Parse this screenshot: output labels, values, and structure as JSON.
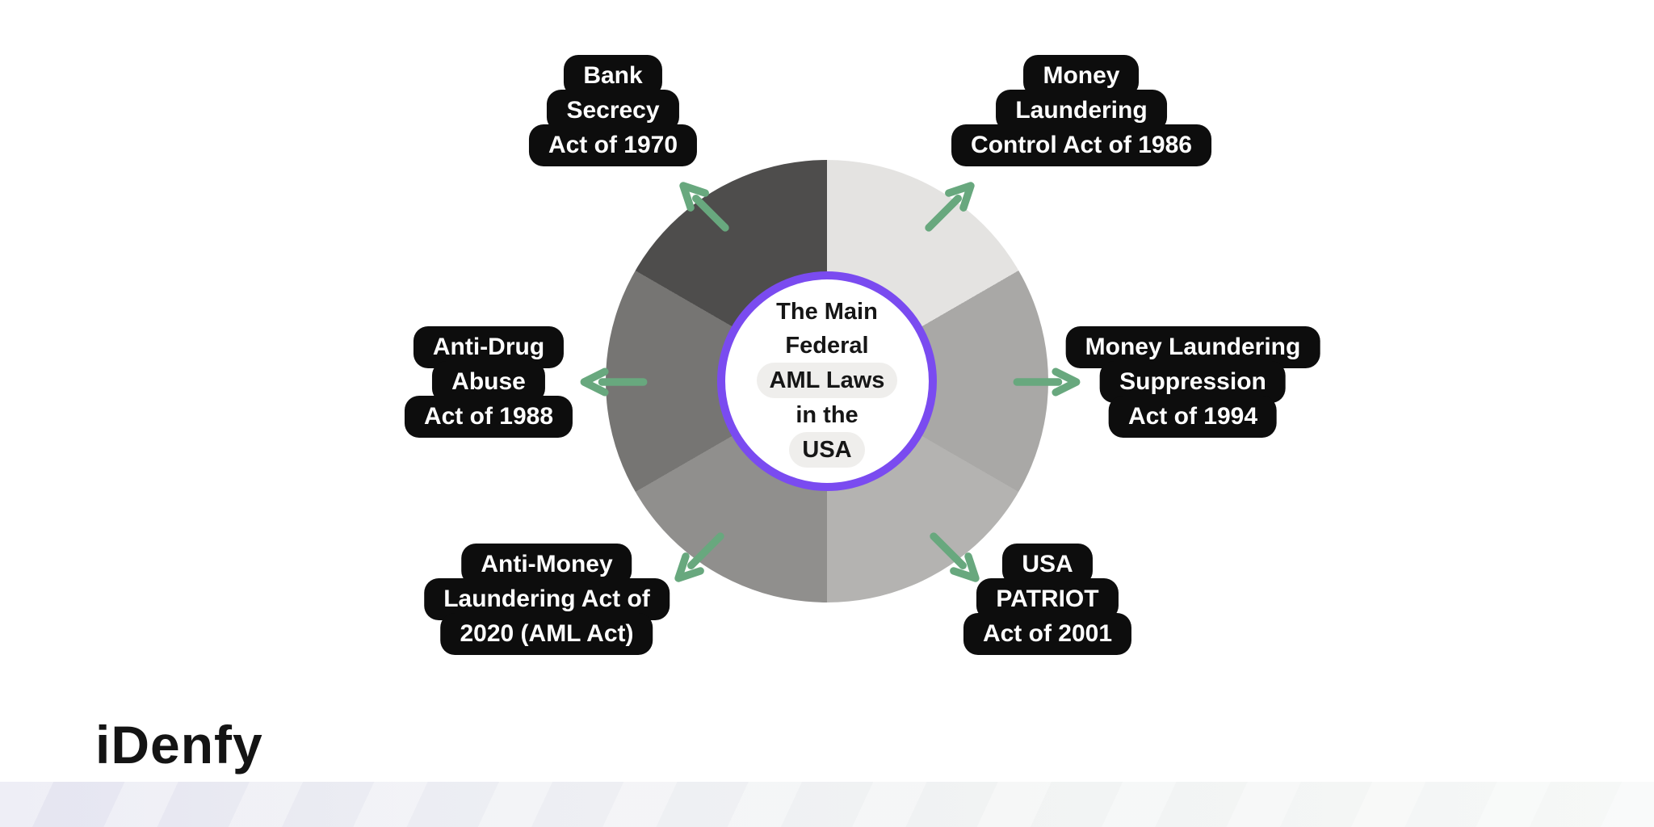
{
  "center": {
    "lines": [
      "The Main",
      "Federal",
      "AML Laws",
      "in the",
      "USA"
    ],
    "highlighted_lines": [
      "AML Laws",
      "USA"
    ]
  },
  "labels": {
    "bank_secrecy": {
      "lines": [
        "Bank",
        "Secrecy",
        "Act of 1970"
      ]
    },
    "ml_control": {
      "lines": [
        "Money",
        "Laundering",
        "Control Act of 1986"
      ]
    },
    "ml_suppression": {
      "lines": [
        "Money Laundering",
        "Suppression",
        "Act of 1994"
      ]
    },
    "usa_patriot": {
      "lines": [
        "USA",
        "PATRIOT",
        "Act of 2001"
      ]
    },
    "aml_2020": {
      "lines": [
        "Anti-Money",
        "Laundering Act of",
        "2020 (AML Act)"
      ]
    },
    "anti_drug": {
      "lines": [
        "Anti-Drug",
        "Abuse",
        "Act of 1988"
      ]
    }
  },
  "logo": "iDenfy",
  "colors": {
    "arrow_green": "#68a87e",
    "ring_purple": "#7a4bf0",
    "label_bg": "#0d0d0d",
    "pill_bg": "#efeeec",
    "wheel_segments": [
      "#e4e3e1",
      "#a9a8a6",
      "#b4b3b1",
      "#908f8d",
      "#767573",
      "#4e4d4c"
    ]
  }
}
